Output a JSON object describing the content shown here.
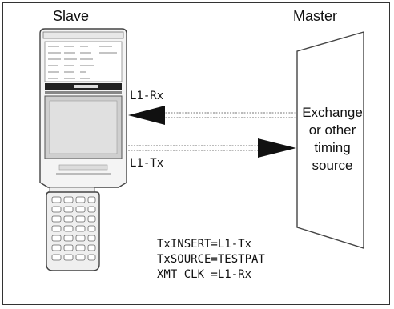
{
  "slave_label": "Slave",
  "master_label": "Master",
  "master_box_lines": [
    "Exchange",
    "or other",
    "timing",
    "source"
  ],
  "rx_link_label": "L1-Rx",
  "tx_link_label": "L1-Tx",
  "settings": [
    "TxINSERT=L1-Tx",
    "TxSOURCE=TESTPAT",
    "XMT CLK =L1-Rx"
  ]
}
